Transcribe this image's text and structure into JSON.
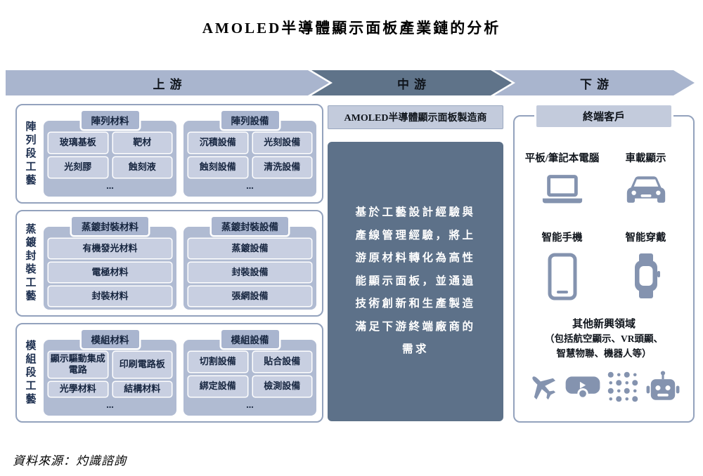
{
  "title": "AMOLED半導體顯示面板產業鏈的分析",
  "source_note": "資料來源：灼識諮詢",
  "flow_arrows": {
    "upstream": "上游",
    "midstream": "中游",
    "downstream": "下游"
  },
  "upstream": {
    "groups": [
      {
        "side_label": "陣列段工藝",
        "sections": [
          {
            "header": "陣列材料",
            "rows": [
              [
                "玻璃基板",
                "靶材"
              ],
              [
                "光刻膠",
                "蝕刻液"
              ]
            ],
            "more": "..."
          },
          {
            "header": "陣列設備",
            "rows": [
              [
                "沉積設備",
                "光刻設備"
              ],
              [
                "蝕刻設備",
                "清洗設備"
              ]
            ],
            "more": "..."
          }
        ]
      },
      {
        "side_label": "蒸鍍封裝工藝",
        "sections": [
          {
            "header": "蒸鍍封裝材料",
            "rows": [
              [
                "有機發光材料"
              ],
              [
                "電極材料"
              ],
              [
                "封裝材料"
              ]
            ]
          },
          {
            "header": "蒸鍍封裝設備",
            "rows": [
              [
                "蒸鍍設備"
              ],
              [
                "封裝設備"
              ],
              [
                "張網設備"
              ]
            ]
          }
        ]
      },
      {
        "side_label": "模組段工藝",
        "sections": [
          {
            "header": "模組材料",
            "rows": [
              [
                "顯示驅動集成電路",
                "印刷電路板"
              ],
              [
                "光學材料",
                "結構材料"
              ]
            ],
            "more": "..."
          },
          {
            "header": "模組設備",
            "rows": [
              [
                "切割設備",
                "貼合設備"
              ],
              [
                "綁定設備",
                "檢測設備"
              ]
            ],
            "more": "..."
          }
        ]
      }
    ]
  },
  "midstream": {
    "header": "AMOLED半導體顯示面板製造商",
    "description": "基於工藝設計經驗與產線管理經驗，將上游原材料轉化為高性能顯示面板，並通過技術創新和生產製造滿足下游終端廠商的需求"
  },
  "downstream": {
    "header": "終端客戶",
    "devices": [
      {
        "label": "平板/筆記本電腦",
        "icon": "laptop-icon"
      },
      {
        "label": "車載顯示",
        "icon": "car-icon"
      },
      {
        "label": "智能手機",
        "icon": "smartphone-icon"
      },
      {
        "label": "智能穿戴",
        "icon": "smartwatch-icon"
      }
    ],
    "emerging": {
      "title": "其他新興領域",
      "subtitle_line1": "（包括航空顯示、VR頭顯、",
      "subtitle_line2": "智慧物聯、機器人等）",
      "icons": [
        "airplane-icon",
        "vr-headset-icon",
        "iot-icon",
        "robot-icon"
      ]
    }
  },
  "colors": {
    "arrow_light": "#a9b5ce",
    "arrow_dark": "#5f7389",
    "panel_fill": "#b0bbd2",
    "chip_fill": "#c8cfe1",
    "header_chip_fill": "#a9b5cf",
    "dark_box": "#5d7189",
    "border": "#93a2bd",
    "icon": "#8493af",
    "text_dark": "#16253f"
  }
}
